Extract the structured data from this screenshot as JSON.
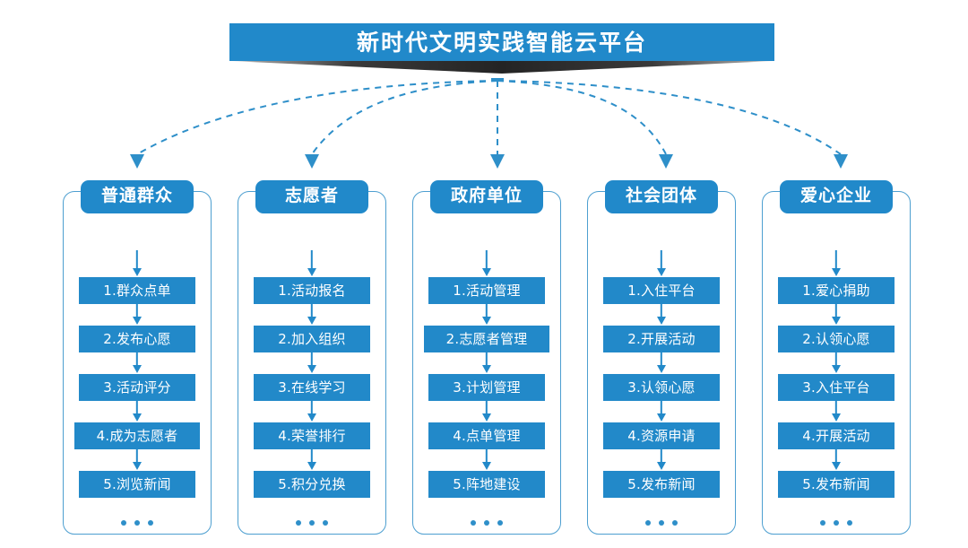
{
  "title": {
    "text": "新时代文明实践智能云平台",
    "bar_color": "#2189ca",
    "ribbon_color": "#2f2f2f",
    "text_color": "#ffffff"
  },
  "theme": {
    "accent": "#2189ca",
    "box_fill": "#2289c9",
    "frame_border": "#4d9fd0",
    "dot_color": "#2e8fc9",
    "connector_color": "#2e8fc9",
    "background": "#ffffff"
  },
  "ellipsis": {
    "label": "...",
    "dots": [
      "dot",
      "dot",
      "dot"
    ]
  },
  "columns": [
    {
      "id": "general-public",
      "header": "普通群众",
      "items": [
        "1.群众点单",
        "2.发布心愿",
        "3.活动评分",
        "4.成为志愿者",
        "5.浏览新闻"
      ]
    },
    {
      "id": "volunteer",
      "header": "志愿者",
      "items": [
        "1.活动报名",
        "2.加入组织",
        "3.在线学习",
        "4.荣誉排行",
        "5.积分兑换"
      ]
    },
    {
      "id": "government-unit",
      "header": "政府单位",
      "items": [
        "1.活动管理",
        "2.志愿者管理",
        "3.计划管理",
        "4.点单管理",
        "5.阵地建设"
      ]
    },
    {
      "id": "social-group",
      "header": "社会团体",
      "items": [
        "1.入住平台",
        "2.开展活动",
        "3.认领心愿",
        "4.资源申请",
        "5.发布新闻"
      ]
    },
    {
      "id": "charity-enterprise",
      "header": "爱心企业",
      "items": [
        "1.爱心捐助",
        "2.认领心愿",
        "3.入住平台",
        "4.开展活动",
        "5.发布新闻"
      ]
    }
  ]
}
